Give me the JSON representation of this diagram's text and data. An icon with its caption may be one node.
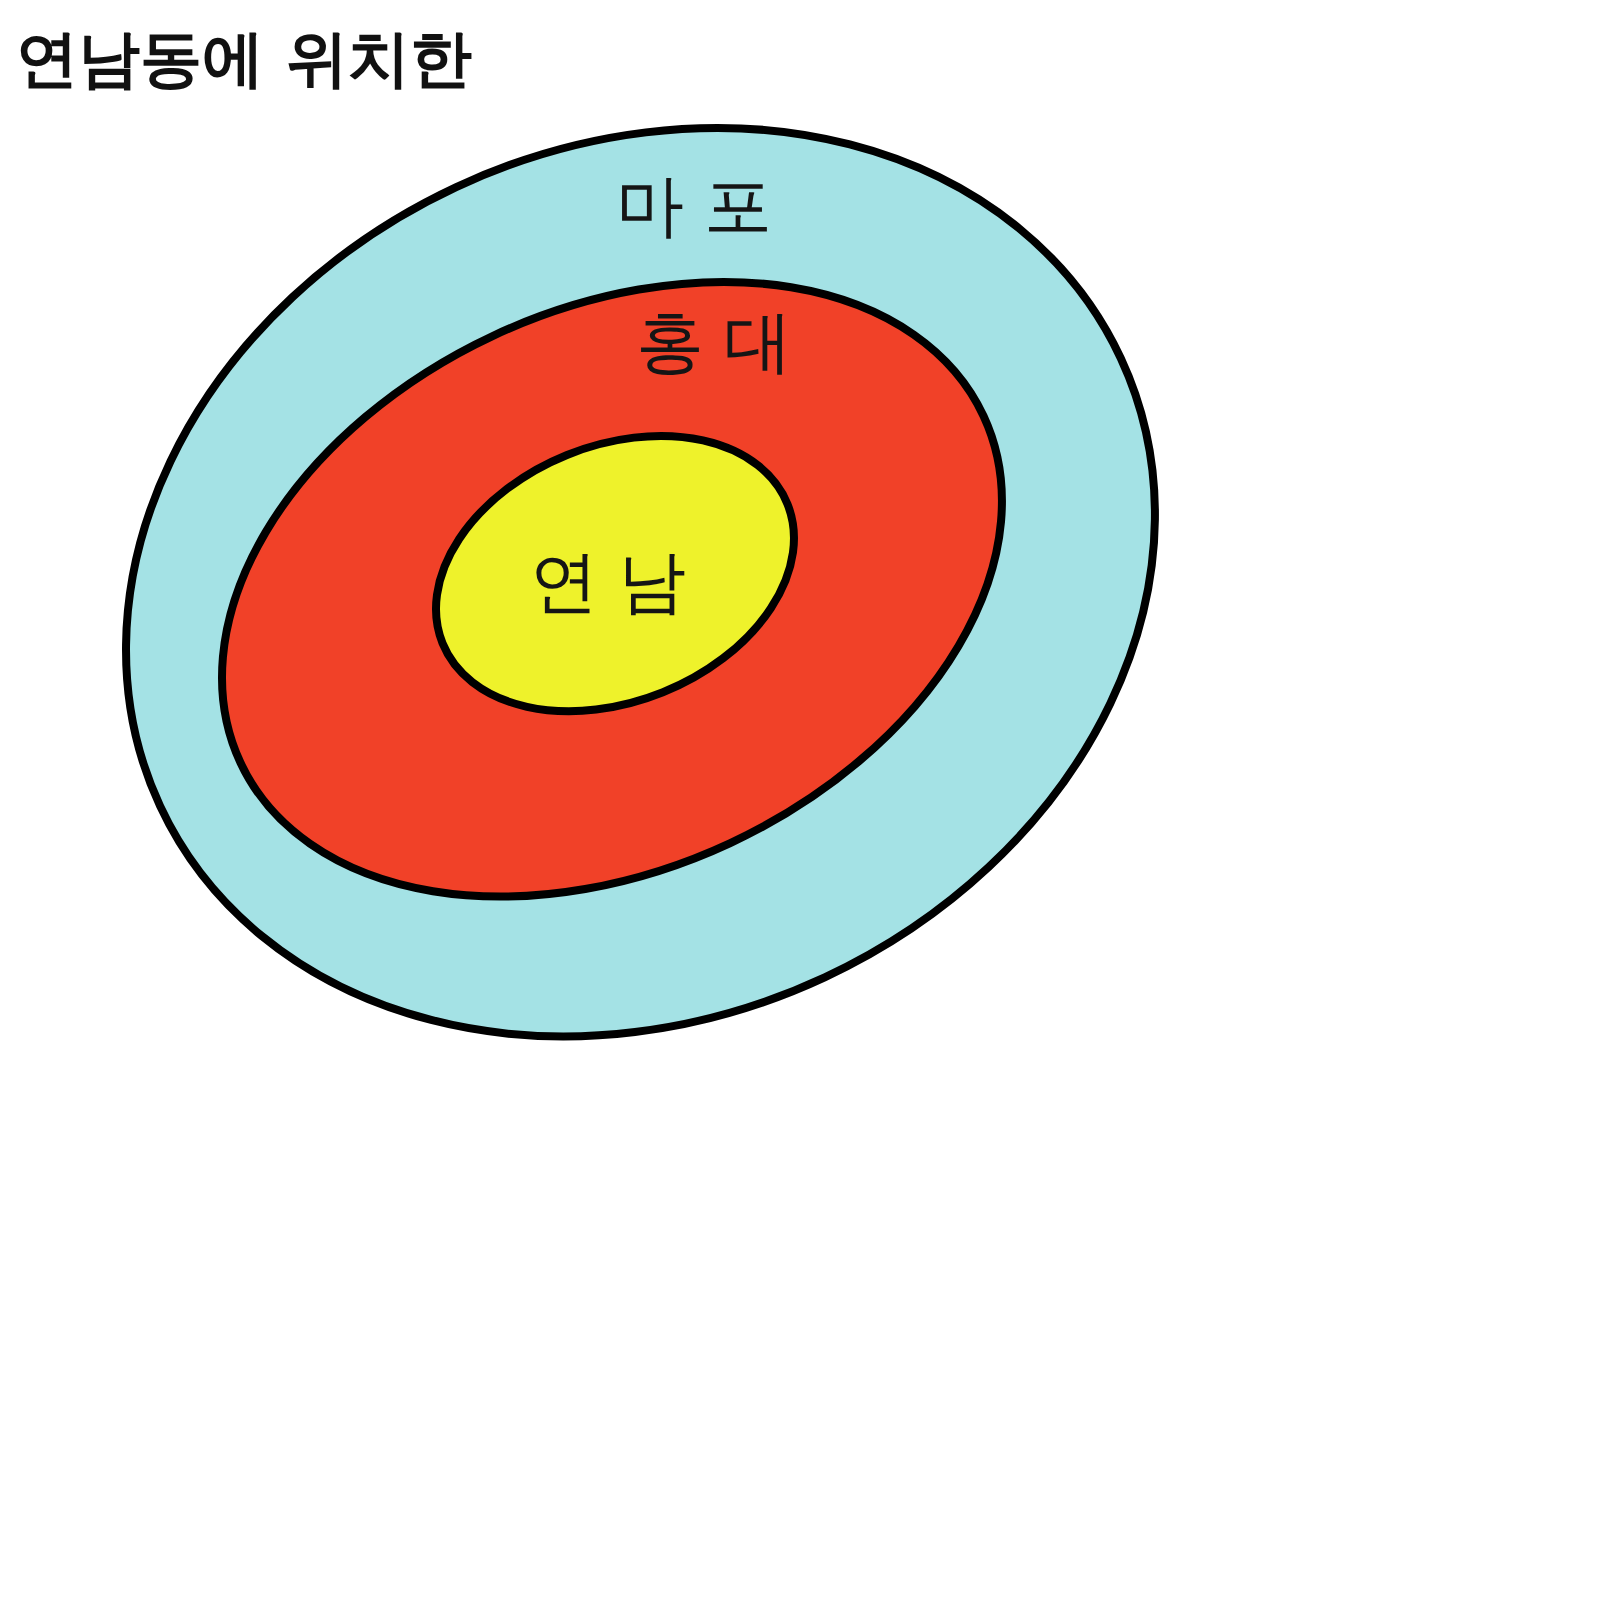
{
  "diagram": {
    "title": "연남동에 위치한",
    "nodes": [
      {
        "text": [
          "마포"
        ]
      },
      {
        "text": [
          "홍대"
        ],
        "in": 0
      },
      {
        "text": [
          "연남"
        ],
        "in": 1
      }
    ]
  }
}
